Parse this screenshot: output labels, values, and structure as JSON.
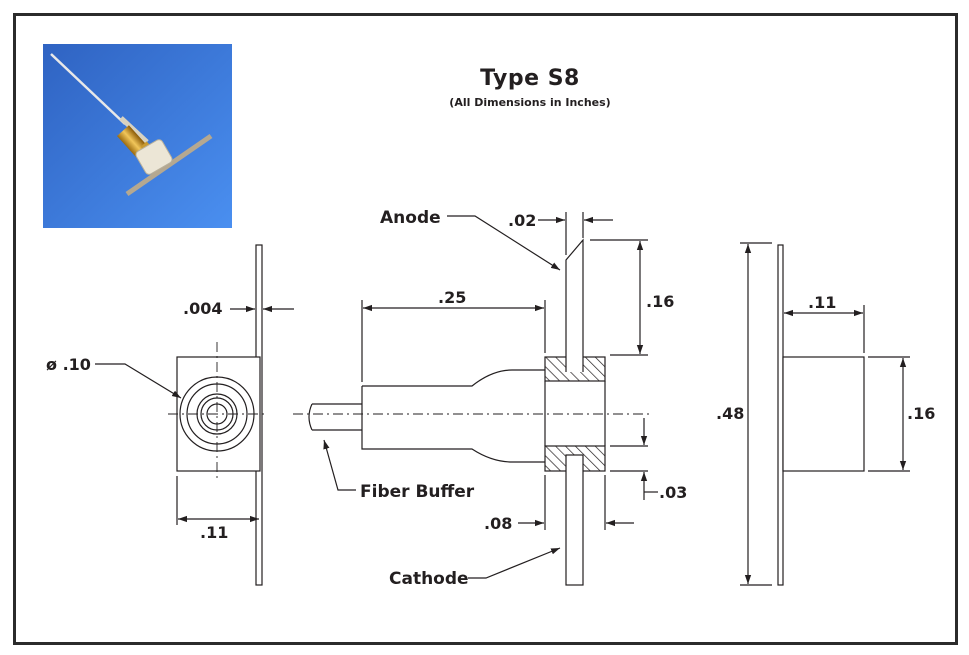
{
  "title": "Type S8",
  "subtitle": "(All Dimensions in Inches)",
  "photo": {
    "icon": "laser-diode-product-photo",
    "background": "#3a78d8"
  },
  "labels": {
    "anode": "Anode",
    "cathode": "Cathode",
    "fiber_buffer": "Fiber Buffer",
    "diameter": "ø .10"
  },
  "dimensions": {
    "tab_thickness": ".004",
    "body_width_front": ".11",
    "body_length": ".25",
    "lead_width": ".02",
    "anode_height": ".16",
    "flange_offset": ".03",
    "flange_width": ".08",
    "total_height": ".48",
    "body_width_side": ".11",
    "body_height_side": ".16"
  }
}
